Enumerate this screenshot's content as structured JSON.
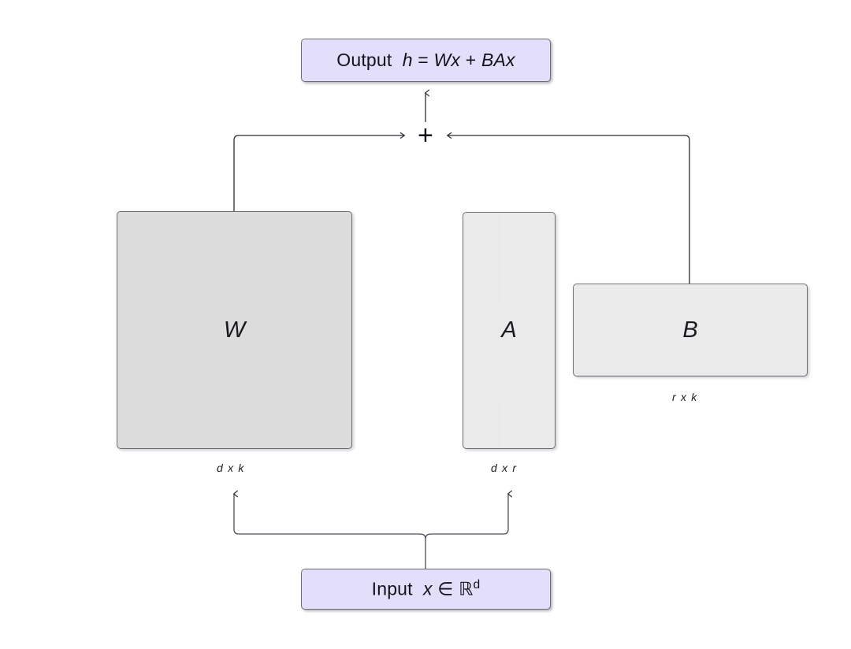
{
  "diagram": {
    "title": "LoRA low-rank adaptation block diagram",
    "colors": {
      "io_fill": "#e3dffa",
      "io_border": "#6e6e76",
      "matrix_w_fill": "#e0e0e0",
      "matrix_ab_fill": "#efefef",
      "matrix_border": "#6e6e76",
      "wire": "#2b2b33",
      "text": "#12121a"
    },
    "nodes": {
      "output": {
        "prefix": "Output",
        "equation_lhs": "h",
        "equation_eq": "=",
        "equation_term1": "Wx",
        "equation_plus": "+",
        "equation_term2": "BAx",
        "full_text": "Output  h = Wx + BAx"
      },
      "input": {
        "prefix": "Input",
        "variable": "x",
        "member": "∈",
        "set": "ℝ",
        "exponent": "d",
        "full_text": "Input x ∈ ℝd"
      },
      "matrix_w": {
        "label": "W",
        "dims": "d x k"
      },
      "matrix_a": {
        "label": "A",
        "dims": "d x r"
      },
      "matrix_b": {
        "label": "B",
        "dims": "r x k"
      }
    },
    "junction": {
      "symbol": "+",
      "name": "sum-junction"
    },
    "edges": [
      {
        "name": "input-to-w",
        "from": "input",
        "to": "matrix_w",
        "arrow": "up"
      },
      {
        "name": "input-to-a",
        "from": "input",
        "to": "matrix_a",
        "arrow": "up"
      },
      {
        "name": "a-to-b",
        "from": "matrix_a",
        "to": "matrix_b",
        "arrow": "none"
      },
      {
        "name": "w-to-sum",
        "from": "matrix_w",
        "to": "junction",
        "arrow": "right"
      },
      {
        "name": "b-to-sum",
        "from": "matrix_b",
        "to": "junction",
        "arrow": "left"
      },
      {
        "name": "sum-to-output",
        "from": "junction",
        "to": "output",
        "arrow": "up"
      }
    ]
  }
}
